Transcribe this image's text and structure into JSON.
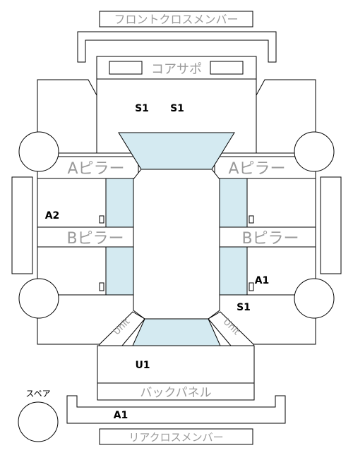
{
  "labels": {
    "front_cross_member": "フロントクロスメンバー",
    "core_support": "コアサポ",
    "a_pillar": "Aピラー",
    "b_pillar": "Bピラー",
    "unit": "Unit",
    "back_panel": "バックパネル",
    "rear_cross_member": "リアクロスメンバー",
    "spare": "スペア"
  },
  "marks": {
    "s1_front_left": "S1",
    "s1_front_right": "S1",
    "a2": "A2",
    "a1_right": "A1",
    "s1_right": "S1",
    "u1": "U1",
    "a1_rear": "A1"
  },
  "colors": {
    "glass": "#d4eaf1",
    "label_gray": "#9a9a9a",
    "outline": "#000000"
  }
}
